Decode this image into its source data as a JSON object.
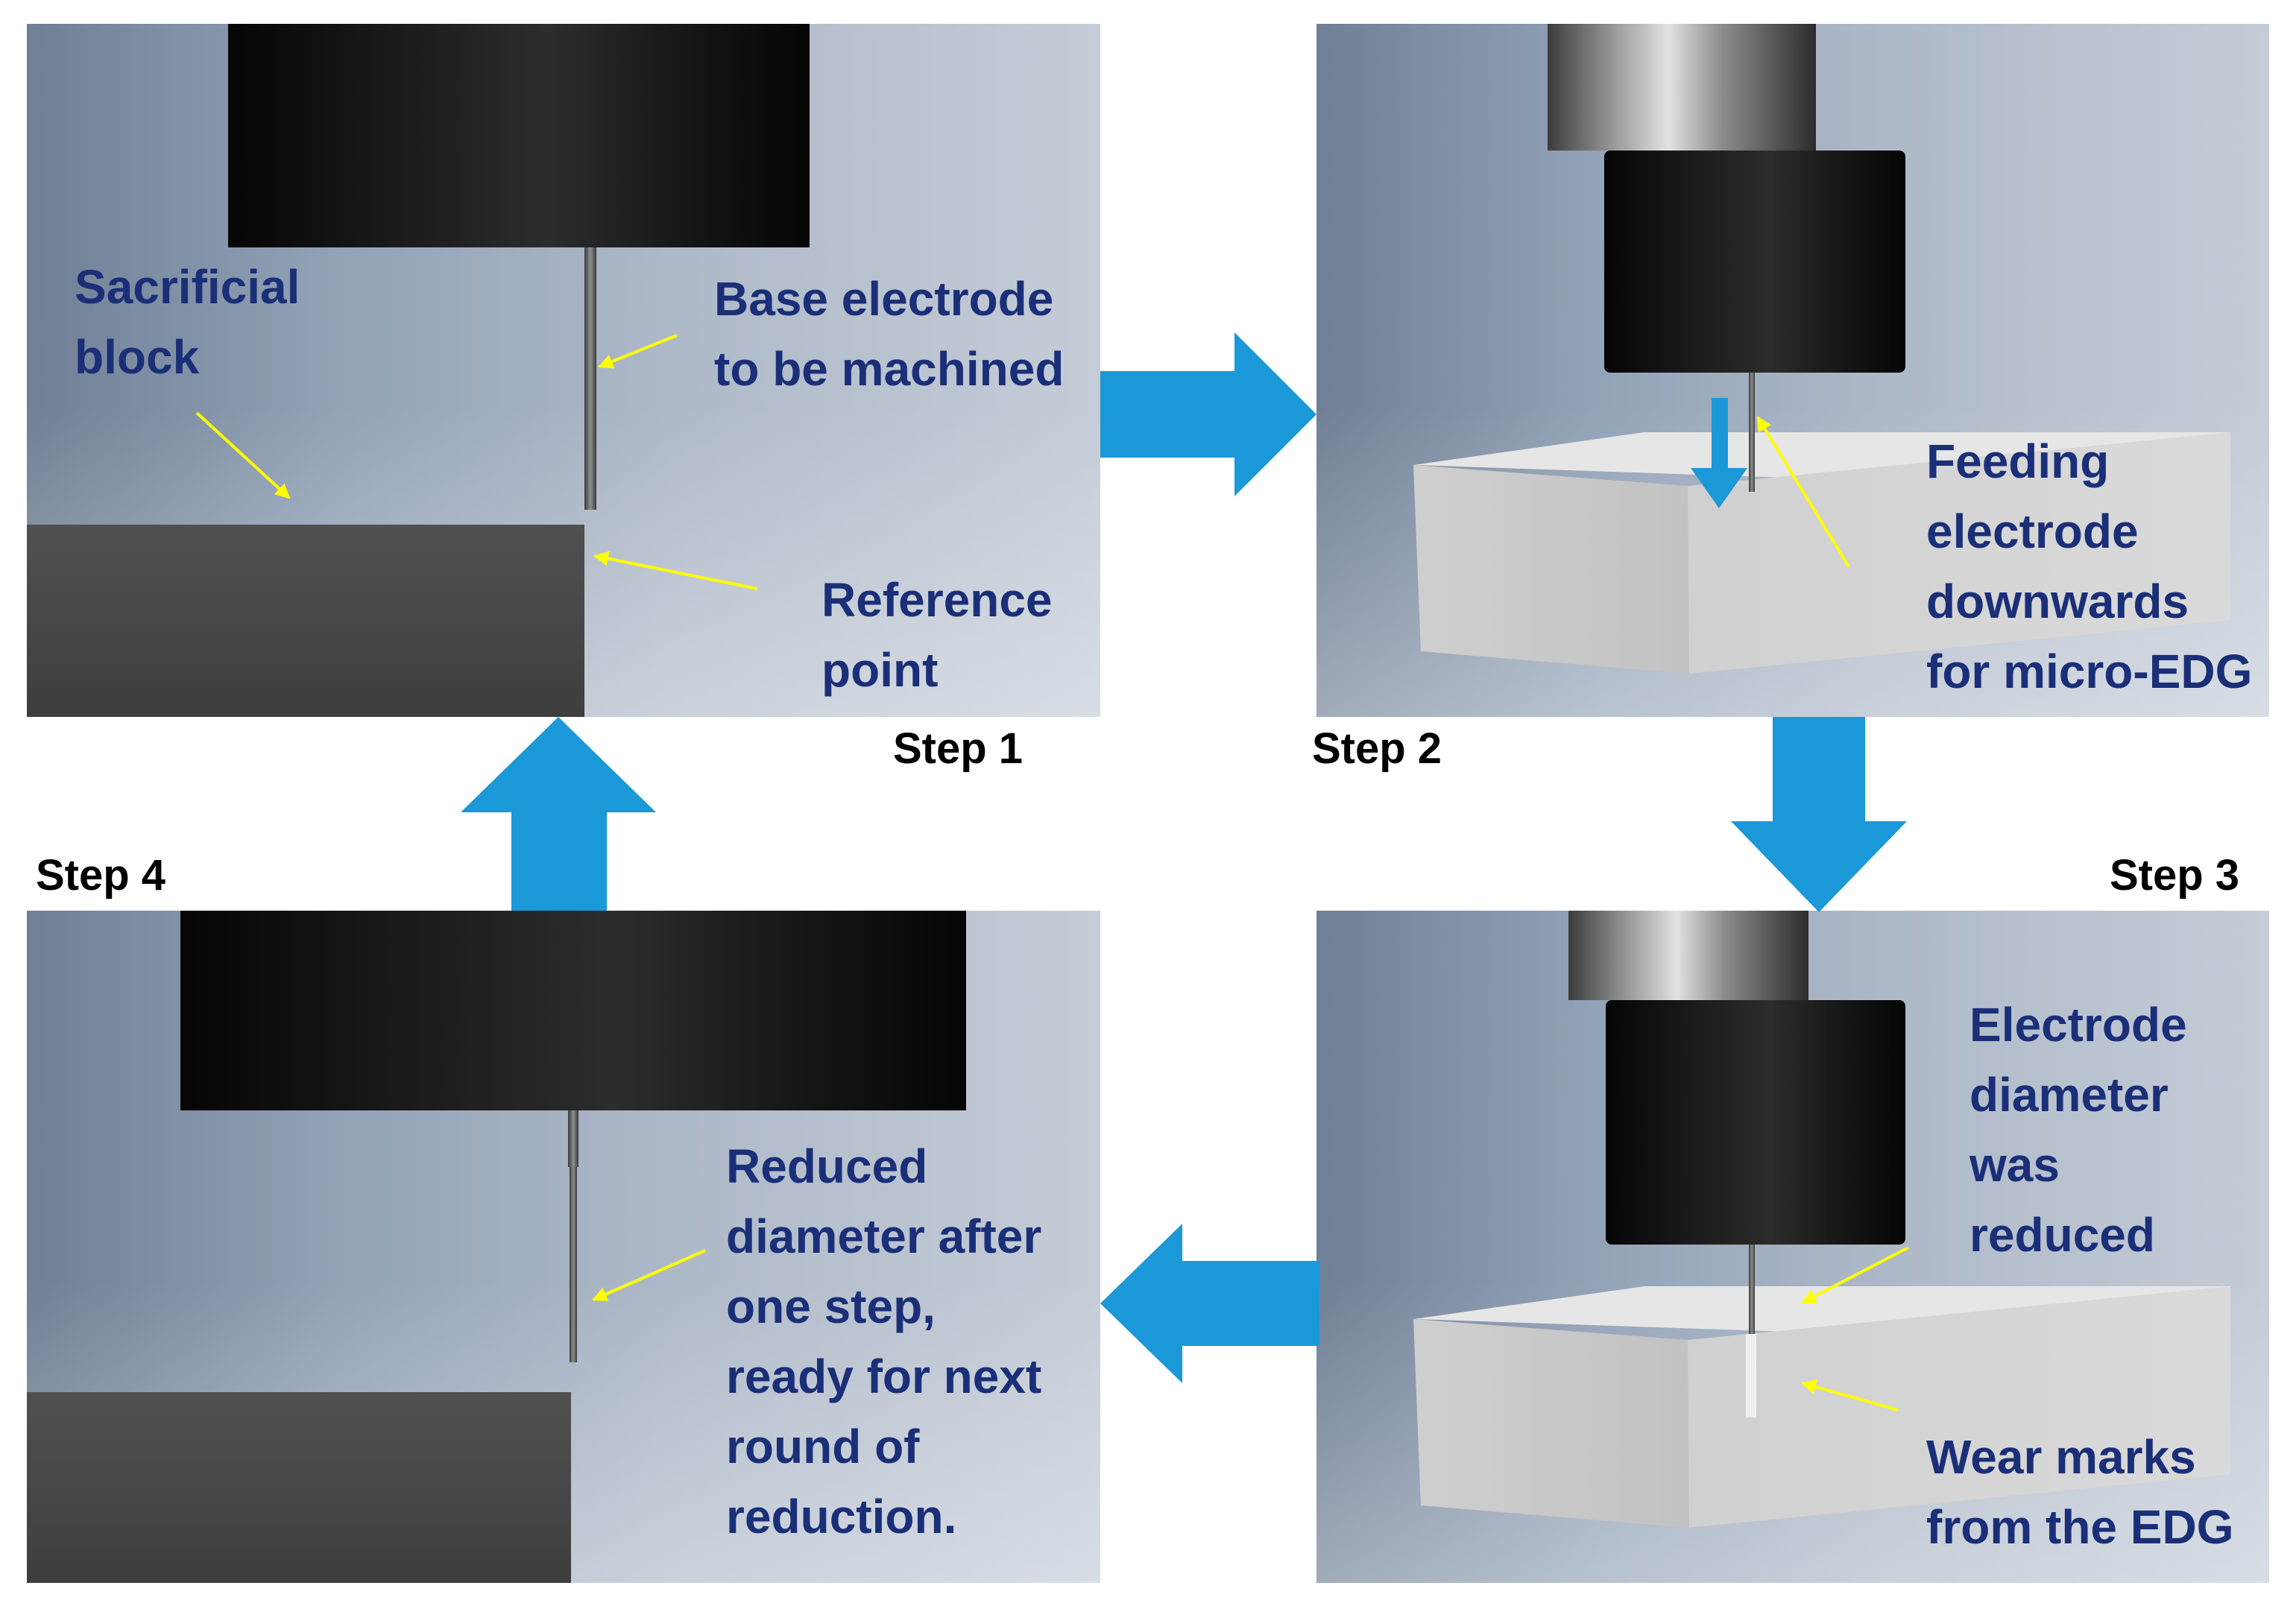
{
  "steps": {
    "step1": "Step 1",
    "step2": "Step 2",
    "step3": "Step 3",
    "step4": "Step 4"
  },
  "panel1": {
    "sacrificial_block": "Sacrificial\nblock",
    "base_electrode": "Base electrode\nto be machined",
    "reference_point": "Reference\npoint"
  },
  "panel2": {
    "feeding": "Feeding\nelectrode\ndownwards\nfor micro-EDG"
  },
  "panel3": {
    "diameter_reduced": "Electrode\ndiameter\nwas\nreduced",
    "wear_marks": "Wear marks\nfrom the EDG"
  },
  "panel4": {
    "reduced_diameter": "Reduced\ndiameter after\none step,\nready for next\nround of\nreduction."
  },
  "colors": {
    "flow_arrow": "#1b98d8",
    "label_text": "#1a2f78",
    "pointer": "#ffff00",
    "holder": "#0d0d0d",
    "block_dark": "#4a4a4a",
    "block_light": "#c9c9c9"
  }
}
